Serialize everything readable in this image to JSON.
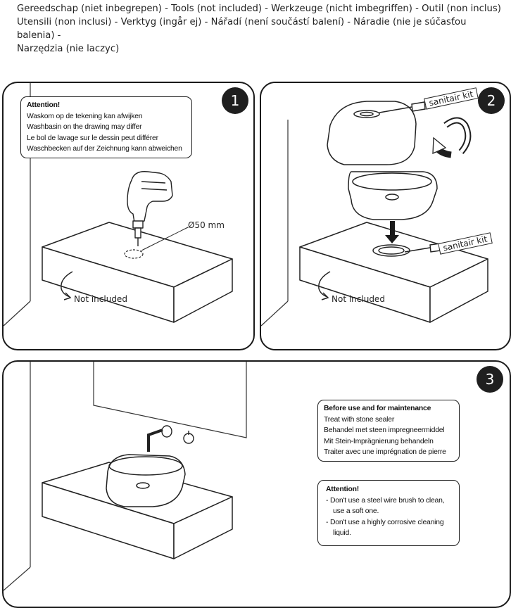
{
  "header": {
    "line1": "Gereedschap (niet inbegrepen) - Tools (not included) -  Werkzeuge (nicht imbegriffen) - Outil (non inclus)",
    "line2": "Utensili (non inclusi) - Verktyg (ingår ej) - Nářadí (není součástí balení) - Náradie (nie je súčasťou balenia) -",
    "line3": "Narzędzia (nie laczyc)"
  },
  "step1": {
    "number": "1",
    "attention_title": "Attention!",
    "attention_lines": [
      "Waskom op de tekening kan afwijken",
      "Washbasin on the drawing may differ",
      "Le bol de lavage sur le dessin peut différer",
      "Waschbecken auf der Zeichnung kann abweichen"
    ],
    "diameter_label": "Ø50 mm",
    "not_included_label": "Not included"
  },
  "step2": {
    "number": "2",
    "kit_label_top": "sanitair kit",
    "kit_label_bottom": "sanitair kit",
    "not_included_label": "Not included"
  },
  "step3": {
    "number": "3",
    "maintenance_title": "Before use and for maintenance",
    "maintenance_lines": [
      "Treat with stone sealer",
      "Behandel met steen impregneermiddel",
      "Mit Stein-Imprägnierung behandeln",
      "Traiter avec une imprégnation de pierre"
    ],
    "attention_title": "Attention!",
    "attention_lines": [
      "- Don't use a steel wire brush to clean,",
      "use a soft one.",
      "- Don't use a highly corrosive cleaning",
      "liquid."
    ]
  }
}
